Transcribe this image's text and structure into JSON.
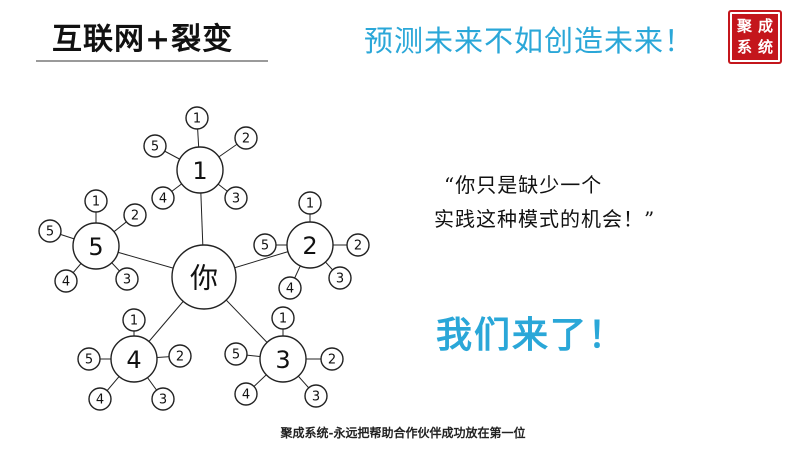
{
  "header": {
    "title": "互联网+裂变",
    "slogan": "预测未来不如创造未来！"
  },
  "seal": {
    "chars": [
      "聚",
      "成",
      "系",
      "统"
    ],
    "color": "#c4161c"
  },
  "diagram": {
    "center_label": "你",
    "hubs": [
      {
        "label": "1",
        "leaves": [
          "1",
          "2",
          "3",
          "4",
          "5"
        ]
      },
      {
        "label": "2",
        "leaves": [
          "1",
          "2",
          "3",
          "4",
          "5"
        ]
      },
      {
        "label": "3",
        "leaves": [
          "1",
          "2",
          "3",
          "4",
          "5"
        ]
      },
      {
        "label": "4",
        "leaves": [
          "1",
          "2",
          "3",
          "4",
          "5"
        ]
      },
      {
        "label": "5",
        "leaves": [
          "1",
          "2",
          "3",
          "4",
          "5"
        ]
      }
    ]
  },
  "quote": {
    "line1": "“你只是缺少一个",
    "line2": "实践这种模式的机会！”"
  },
  "cta": "我们来了！",
  "footer": "聚成系统-永远把帮助合作伙伴成功放在第一位",
  "colors": {
    "accent": "#2aa7d8",
    "text": "#111111"
  }
}
